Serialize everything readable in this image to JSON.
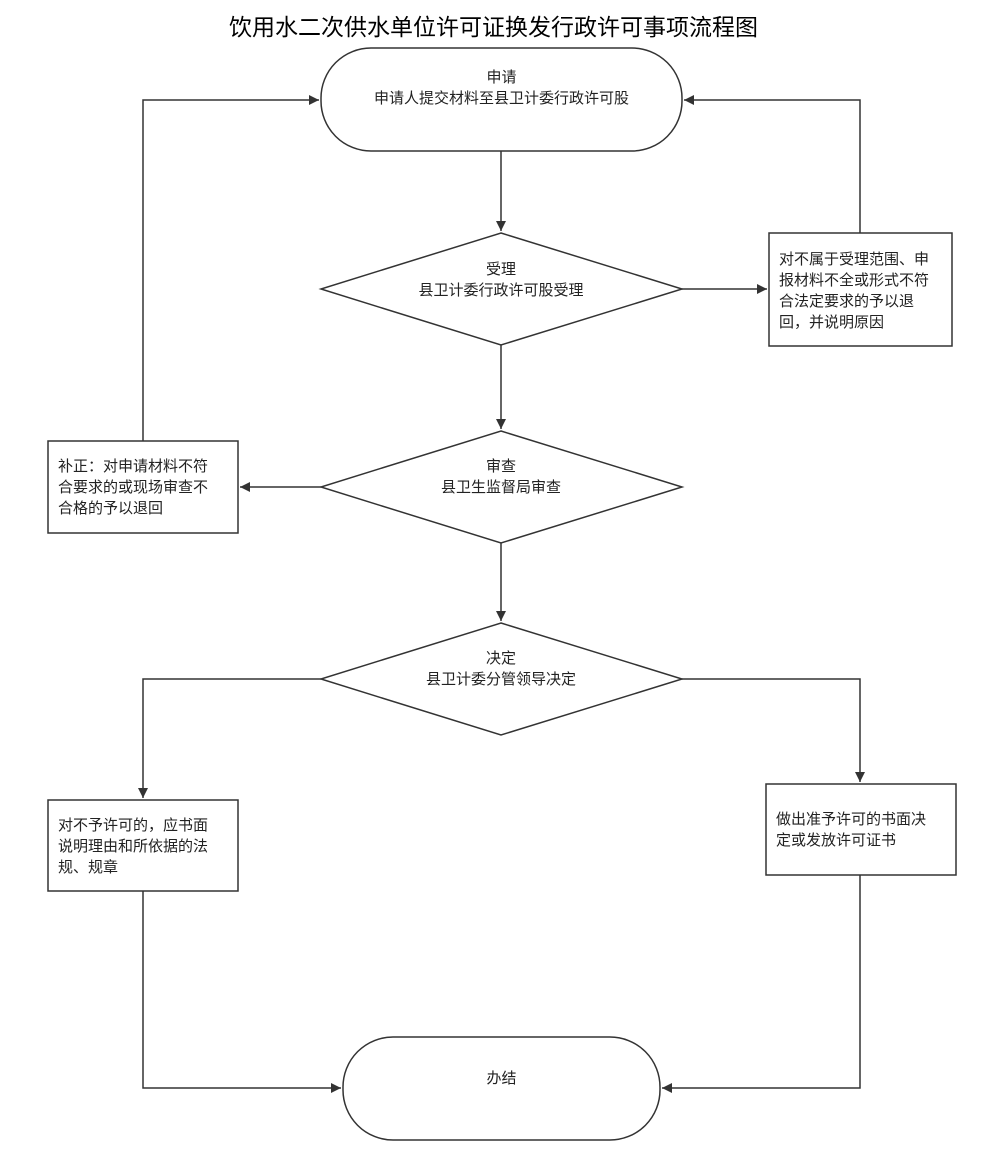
{
  "title": "饮用水二次供水单位许可证换发行政许可事项流程图",
  "nodes": {
    "apply": {
      "heading": "申请",
      "text": "申请人提交材料至县卫计委行政许可股"
    },
    "accept": {
      "heading": "受理",
      "text": "县卫计委行政许可股受理"
    },
    "review": {
      "heading": "审查",
      "text": "县卫生监督局审查"
    },
    "decide": {
      "heading": "决定",
      "text": "县卫计委分管领导决定"
    },
    "finish": {
      "text": "办结"
    },
    "reject_accept": {
      "lines": [
        "对不属于受理范围、申",
        "报材料不全或形式不符",
        "合法定要求的予以退",
        "回，并说明原因"
      ]
    },
    "correction": {
      "lines": [
        "补正：对申请材料不符",
        "合要求的或现场审查不",
        "合格的予以退回"
      ]
    },
    "deny": {
      "lines": [
        "对不予许可的，应书面",
        "说明理由和所依据的法",
        "规、规章"
      ]
    },
    "grant": {
      "lines": [
        "做出准予许可的书面决",
        "定或发放许可证书"
      ]
    }
  },
  "colors": {
    "stroke": "#333333",
    "fill": "#ffffff",
    "text": "#222222"
  }
}
